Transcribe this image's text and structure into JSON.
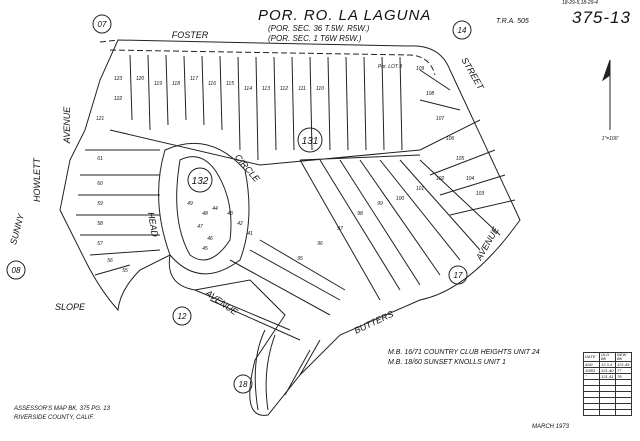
{
  "header": {
    "title": "POR. RO. LA LAGUNA",
    "sections": [
      "(POR. SEC. 36 T.5W. R5W.)",
      "(POR. SEC. 1 T6W R5W.)"
    ],
    "tra": "T.R.A. 505",
    "map_number": "375-13",
    "map_ref_small": "18-29-5,18-29-4"
  },
  "streets": [
    "FOSTER",
    "STREET",
    "HOWLETT",
    "AVENUE",
    "SUNNY",
    "SLOPE",
    "HEAD",
    "CIRCLE",
    "AVENUE",
    "BUTTERS",
    "AVENUE"
  ],
  "circled_numbers": [
    "07",
    "14",
    "131",
    "132",
    "08",
    "12",
    "17",
    "18"
  ],
  "lots": [
    "123",
    "122",
    "121",
    "120",
    "119",
    "118",
    "117",
    "116",
    "115",
    "114",
    "113",
    "112",
    "111",
    "110",
    "109",
    "108",
    "107",
    "106",
    "105",
    "104",
    "103",
    "102",
    "101",
    "100",
    "99",
    "98",
    "97",
    "96",
    "95",
    "61",
    "60",
    "59",
    "58",
    "57",
    "56",
    "55",
    "49",
    "48",
    "47",
    "46",
    "45",
    "44",
    "43",
    "42",
    "41"
  ],
  "notes": {
    "mb1": "M.B. 16/71  COUNTRY  CLUB HEIGHTS   UNIT 24",
    "mb2": "M.B. 18/60  SUNSET   KNOLLS   UNIT 1",
    "assessor1": "ASSESSOR'S  MAP  BK. 375  PG. 13",
    "assessor2": "RIVERSIDE   COUNTY,  CALIF.",
    "date": "MARCH 1973",
    "scale": "1\"=100'",
    "por_lot": "Por. LOT 8"
  },
  "revision_table": {
    "headers": [
      "DATE",
      "OLD BK",
      "NEW BK"
    ],
    "rows": [
      [
        "4/92",
        "12,3,4",
        "121-45"
      ],
      [
        "10/83",
        "121-40",
        "77"
      ],
      [
        "\"",
        "121-41",
        "78"
      ]
    ]
  }
}
